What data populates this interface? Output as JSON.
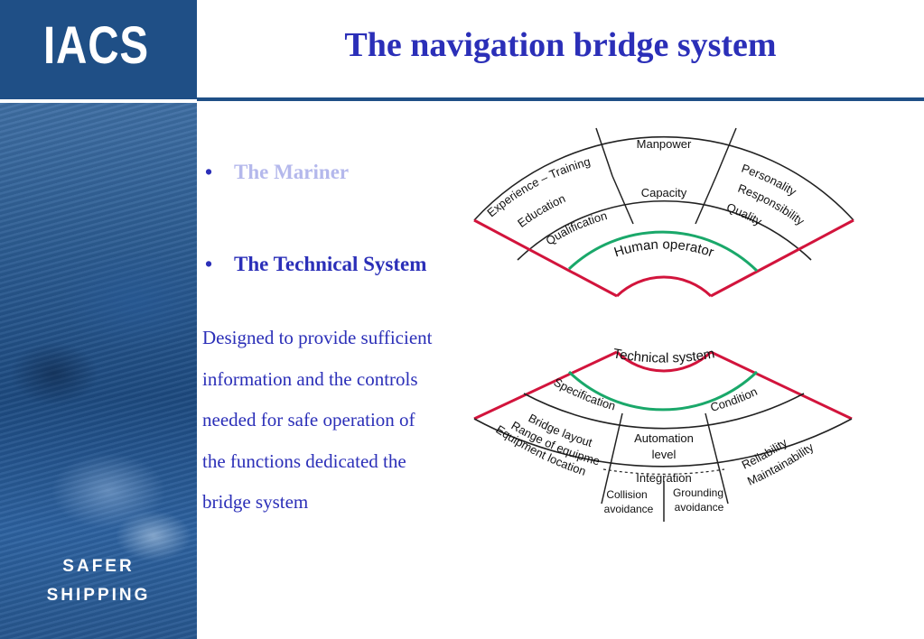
{
  "header": {
    "logo": "IACS",
    "title": "The navigation bridge system"
  },
  "sidebar": {
    "tagline_1": "SAFER",
    "tagline_2": "SHIPPING"
  },
  "content": {
    "bullets": [
      {
        "text": "The Mariner",
        "color": "#b4b8ec"
      },
      {
        "text": "The Technical System",
        "color": "#2b2fb8"
      }
    ],
    "description": "Designed to provide sufficient information and the controls needed for safe operation of the functions dedicated the bridge system"
  },
  "diagram": {
    "human_fan": {
      "outer_segments": [
        "Experience – Training",
        "Education",
        "Manpower",
        "Personality",
        "Responsibility"
      ],
      "middle_segments": [
        "Qualification",
        "Capacity",
        "Quality"
      ],
      "core": "Human operator"
    },
    "technical_fan": {
      "core": "Technical system",
      "middle_segments": [
        "Specification",
        "Automation",
        "level",
        "Condition"
      ],
      "outer_left": [
        "Bridge layout",
        "Range of equipment",
        "Equipment location"
      ],
      "integration": "Integration",
      "outer_center": [
        "Collision",
        "avoidance",
        "Grounding",
        "avoidance"
      ],
      "outer_right": [
        "Reliability",
        "Maintainability"
      ]
    },
    "colors": {
      "red": "#d2143c",
      "green": "#1aa86a",
      "line": "#222222"
    }
  }
}
